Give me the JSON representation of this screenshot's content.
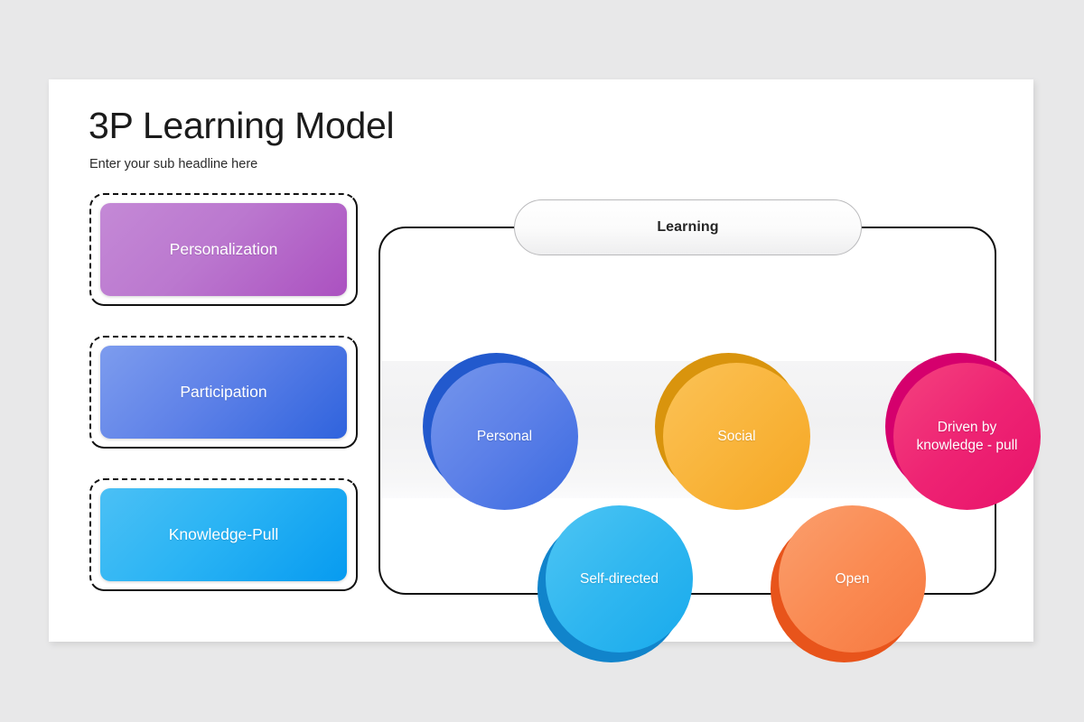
{
  "slide": {
    "title": "3P Learning Model",
    "subtitle": "Enter your sub headline here"
  },
  "pillars": [
    {
      "label": "Personalization",
      "color": "#bb78cf"
    },
    {
      "label": "Participation",
      "color": "#5f82e8"
    },
    {
      "label": "Knowledge-Pull",
      "color": "#2bb4f4"
    }
  ],
  "group": {
    "header_label": "Learning"
  },
  "nodes": [
    {
      "label": "Personal",
      "color": "#5c80e8",
      "shadow_color": "#2259cd"
    },
    {
      "label": "Social",
      "color": "#f9b53c",
      "shadow_color": "#d9940d"
    },
    {
      "label": "Driven by knowledge - pull",
      "color": "#ee2373",
      "shadow_color": "#d5006d"
    },
    {
      "label": "Self-directed",
      "color": "#30b7f0",
      "shadow_color": "#1184cb"
    },
    {
      "label": "Open",
      "color": "#fa8b53",
      "shadow_color": "#e8541b"
    }
  ]
}
